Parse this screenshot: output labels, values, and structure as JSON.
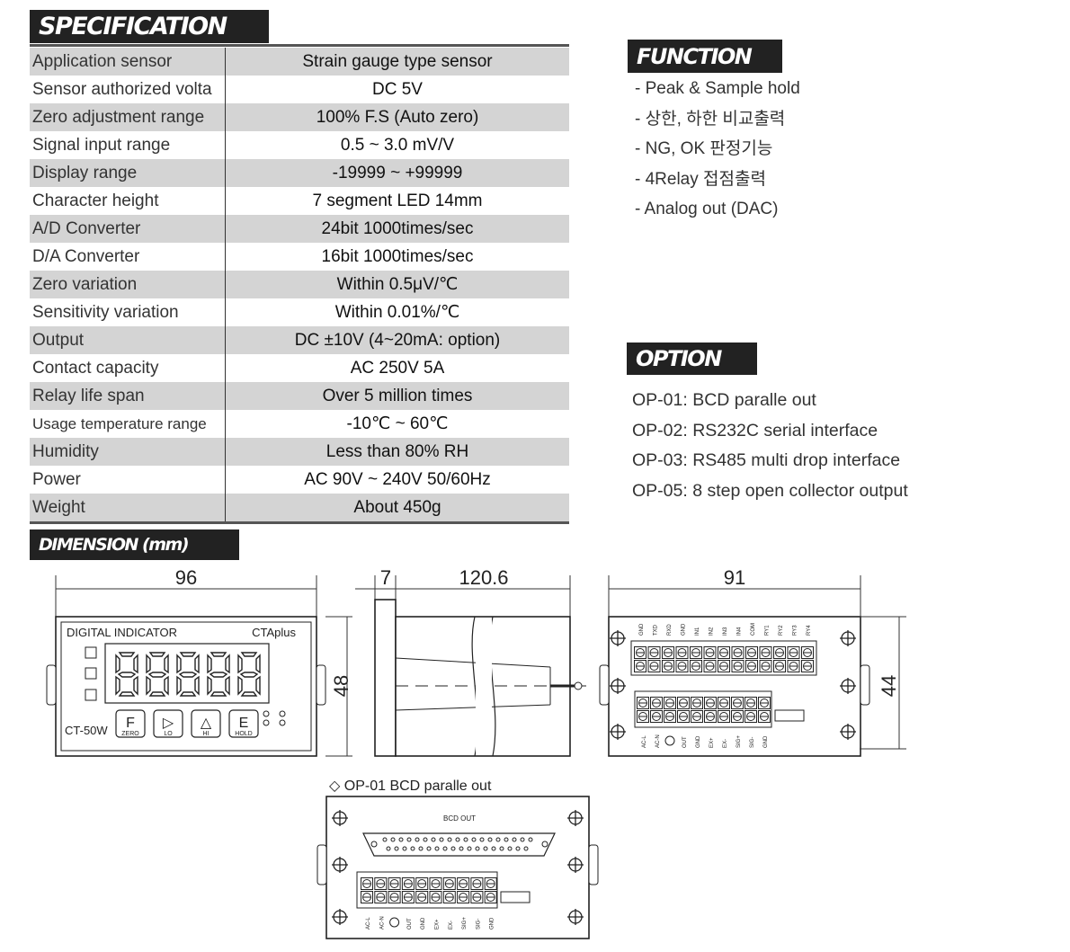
{
  "spec_title": "SPECIFICATION",
  "function_title": "FUNCTION",
  "option_title": "OPTION",
  "dimension_title": "DIMENSION (mm)",
  "specs": [
    {
      "label": "Application sensor",
      "value": "Strain gauge type sensor"
    },
    {
      "label": "Sensor authorized volta",
      "value": "DC 5V"
    },
    {
      "label": "Zero adjustment range",
      "value": "100% F.S (Auto zero)"
    },
    {
      "label": "Signal input range",
      "value": "0.5 ~ 3.0 mV/V"
    },
    {
      "label": "Display range",
      "value": "-19999 ~ +99999"
    },
    {
      "label": "Character height",
      "value": "7 segment LED 14mm"
    },
    {
      "label": "A/D Converter",
      "value": "24bit 1000times/sec"
    },
    {
      "label": "D/A Converter",
      "value": "16bit 1000times/sec"
    },
    {
      "label": "Zero variation",
      "value": "Within 0.5μV/℃"
    },
    {
      "label": "Sensitivity variation",
      "value": "Within 0.01%/℃"
    },
    {
      "label": "Output",
      "value": "DC ±10V (4~20mA: option)"
    },
    {
      "label": "Contact capacity",
      "value": "AC 250V 5A"
    },
    {
      "label": "Relay life span",
      "value": "Over 5 million times"
    },
    {
      "label": "Usage temperature range",
      "value": "-10℃ ~ 60℃"
    },
    {
      "label": "Humidity",
      "value": "Less than 80% RH"
    },
    {
      "label": "Power",
      "value": "AC 90V ~ 240V 50/60Hz"
    },
    {
      "label": "Weight",
      "value": "About 450g"
    }
  ],
  "functions": [
    "- Peak & Sample hold",
    "- 상한, 하한 비교출력",
    "- NG, OK 판정기능",
    "- 4Relay 접점출력",
    "- Analog out (DAC)"
  ],
  "options": [
    "OP-01: BCD paralle out",
    "OP-02: RS232C serial interface",
    "OP-03: RS485 multi drop interface",
    "OP-05: 8 step open collector output"
  ],
  "dimensions": {
    "front_width": "96",
    "front_height": "48",
    "panel_depth": "7",
    "body_depth": "120.6",
    "rear_width": "91",
    "rear_height": "44"
  },
  "front_panel": {
    "device_label": "DIGITAL INDICATOR",
    "brand": "CTAplus",
    "model": "CT-50W",
    "digits": "88888",
    "buttons": [
      {
        "symbol": "F",
        "caption": "ZERO"
      },
      {
        "symbol": "▷",
        "caption": "LO"
      },
      {
        "symbol": "△",
        "caption": "HI"
      },
      {
        "symbol": "E",
        "caption": "HOLD"
      }
    ]
  },
  "rear_panel": {
    "top_terminals": [
      "GND",
      "TXD",
      "RXD",
      "GND",
      "IN1",
      "IN2",
      "IN3",
      "IN4",
      "COM",
      "RY1",
      "RY2",
      "RY3",
      "RY4"
    ],
    "bottom_terminals": [
      "AC-L",
      "AC-N",
      "",
      "OUT",
      "GND",
      "EX+",
      "EX-",
      "SIG+",
      "SIG-",
      "GND"
    ]
  },
  "op01": {
    "caption": "◇  OP-01   BCD paralle out",
    "connector_label": "BCD OUT"
  }
}
